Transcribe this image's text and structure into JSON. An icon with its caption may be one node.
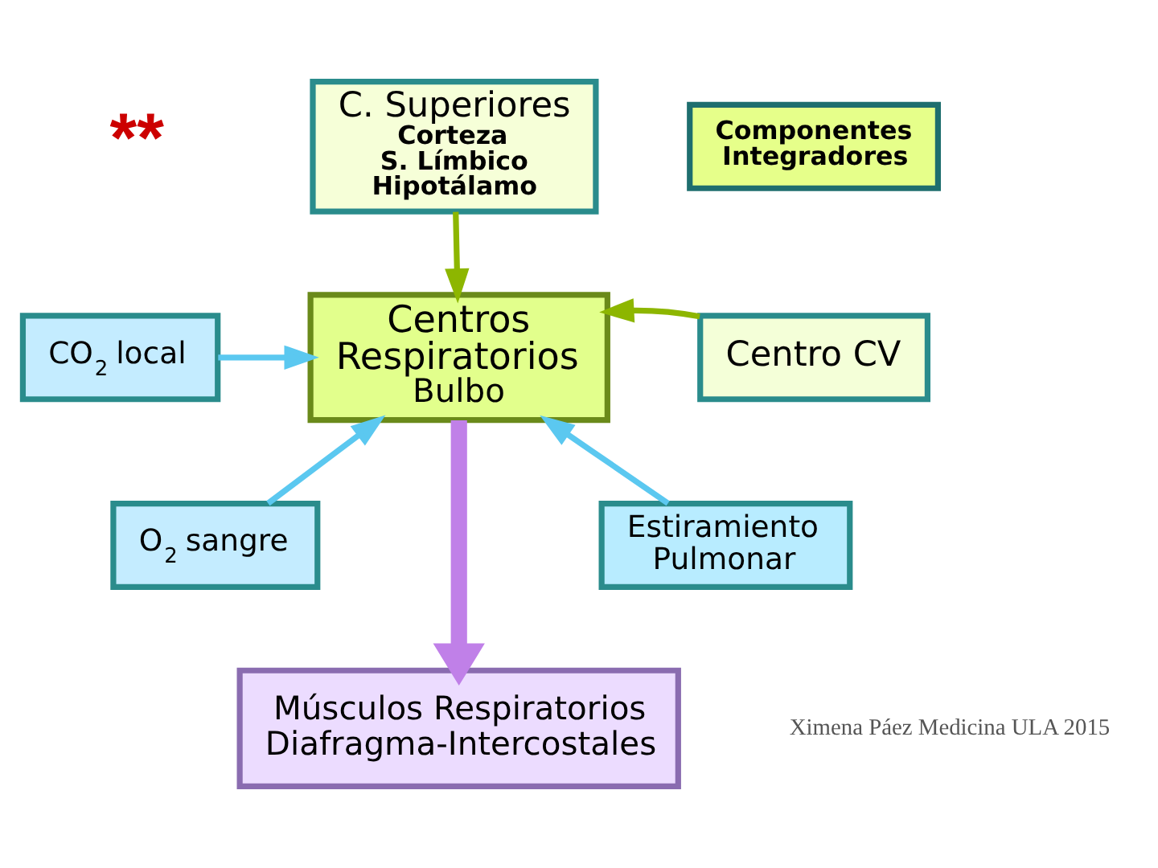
{
  "diagram": {
    "nodes": [
      {
        "text": [
          "C. Superiores",
          "Corteza",
          "S. Límbico",
          "Hipotálamo"
        ]
      },
      {
        "text": [
          "Componentes Integradores"
        ]
      },
      {
        "text": [
          "CO$_{2}$ local"
        ]
      },
      {
        "text": [
          "Centros Respiratorios",
          "Bulbo"
        ]
      },
      {
        "text": [
          "Centro CV"
        ]
      },
      {
        "text": [
          "O$_{2}$ sangre"
        ]
      },
      {
        "text": [
          "Estiramiento Pulmonar"
        ]
      },
      {
        "text": [
          "Músculos Respiratorios",
          "Diafragma-Intercostales"
        ]
      }
    ],
    "edges": [
      {
        "from": 0,
        "to": 3,
        "arrow": "to",
        "color": "#8db600"
      },
      {
        "from": 2,
        "to": 3,
        "arrow": "to"
      },
      {
        "from": 4,
        "to": 3,
        "arrow": "to",
        "color": "#8db600"
      },
      {
        "from": 5,
        "to": 3,
        "arrow": "to"
      },
      {
        "from": 6,
        "to": 3,
        "arrow": "to"
      },
      {
        "from": 3,
        "to": 7,
        "arrow": "to",
        "style": "thick",
        "color": "#c080e8"
      }
    ],
    "labels": [
      "**",
      "Ximena Páez Medicina ULA 2015"
    ]
  }
}
